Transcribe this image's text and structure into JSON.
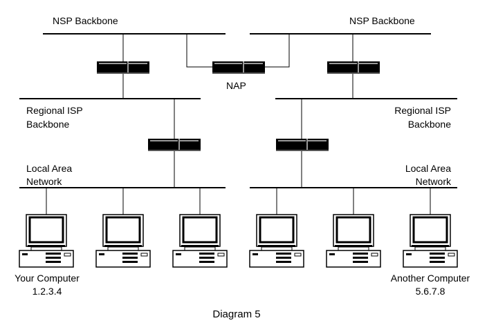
{
  "labels": {
    "nsp_left": "NSP Backbone",
    "nsp_right": "NSP Backbone",
    "nap": "NAP",
    "regional_left_1": "Regional ISP",
    "regional_left_2": "Backbone",
    "regional_right_1": "Regional ISP",
    "regional_right_2": "Backbone",
    "lan_left_1": "Local Area",
    "lan_left_2": "Network",
    "lan_right_1": "Local Area",
    "lan_right_2": "Network",
    "your_computer": "Your Computer",
    "your_ip": "1.2.3.4",
    "another_computer": "Another Computer",
    "another_ip": "5.6.7.8",
    "caption": "Diagram 5"
  }
}
